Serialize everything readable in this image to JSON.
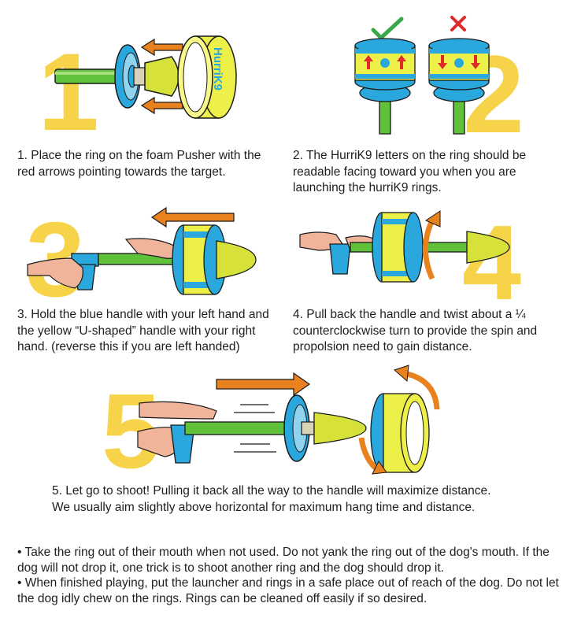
{
  "steps": [
    {
      "number": "1",
      "caption": "1. Place the ring on the foam Pusher with the red arrows pointing towards the target."
    },
    {
      "number": "2",
      "caption": "2. The HurriK9 letters on the ring should be readable facing toward you when you are launching the hurriK9 rings."
    },
    {
      "number": "3",
      "caption": "3. Hold the blue handle with your left hand and the yellow “U-shaped” handle with your right hand. (reverse this if you are left handed)"
    },
    {
      "number": "4",
      "caption": "4. Pull back the handle and twist about a ¼ counterclockwise turn to provide the spin and propolsion need to gain distance."
    },
    {
      "number": "5",
      "caption_line1": "5. Let go to shoot! Pulling it back all the way to the handle will maximize distance.",
      "caption_line2": "We usually aim slightly above horizontal for maximum hang time and distance."
    }
  ],
  "ring_brand": "HurriK9",
  "notes": [
    "• Take the ring out of their mouth when not used. Do not yank the ring out of the dog's mouth. If the dog will not drop it, one trick is to shoot another ring and the dog should drop it.",
    "• When finished playing, put the launcher and rings in a safe place out of reach of the dog. Do not let the dog idly chew on the rings. Rings can be cleaned off easily if so desired."
  ],
  "icons": {
    "correct": "check-icon",
    "incorrect": "x-icon",
    "direction": "arrow-icon",
    "rotation": "curved-arrow-icon"
  },
  "colors": {
    "number": "#f7d34a",
    "arrow": "#e8821e",
    "ring_yellow": "#eef04a",
    "ring_blue": "#2aa7dc",
    "shaft_green": "#5fc23a",
    "check": "#3aa84a",
    "cross": "#e02a2a"
  }
}
